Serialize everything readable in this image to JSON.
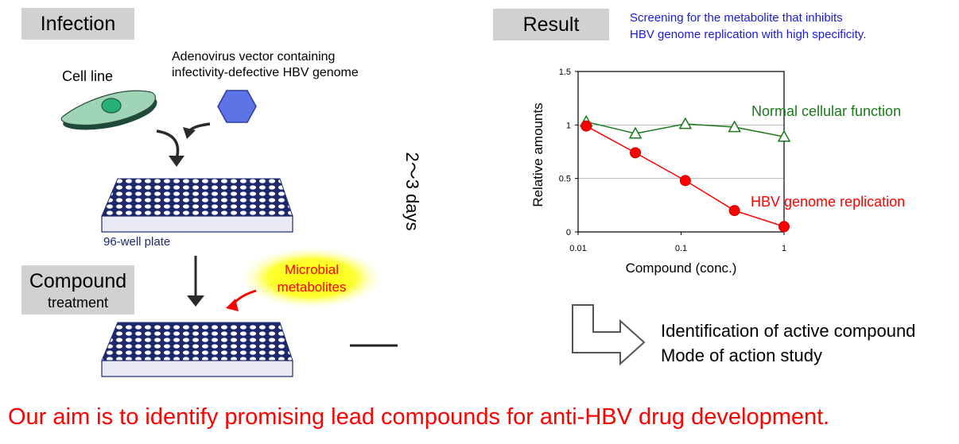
{
  "labels": {
    "infection": "Infection",
    "result": "Result",
    "compound": "Compound",
    "treatment": "treatment"
  },
  "infection_panel": {
    "cell_line": "Cell line",
    "adenovirus_line1": "Adenovirus vector containing",
    "adenovirus_line2": "infectivity-defective HBV genome",
    "plate_label": "96-well plate",
    "microbial_line1": "Microbial",
    "microbial_line2": "metabolites"
  },
  "timeline": {
    "duration": "2〜3 days"
  },
  "screening_note": {
    "line1": "Screening for the metabolite that inhibits",
    "line2": "HBV genome replication with high specificity."
  },
  "outcome": {
    "line1": "Identification of active compound",
    "line2": "Mode of action study"
  },
  "aim": "Our aim is to identify promising lead compounds for anti-HBV drug development.",
  "colors": {
    "label_bg": "#d1d1d1",
    "normal": "#1a7a1a",
    "hbv": "#ff0000",
    "aim": "#ff0000",
    "screening_note": "#1b1bd6",
    "plate_blue": "#1f2a6e",
    "cell": "#9fd4b6",
    "nucleus": "#27b07a",
    "virus": "#5d73e6",
    "halo": "#ffff00"
  },
  "chart_data": {
    "type": "line",
    "xscale": "log",
    "xlim": [
      0.01,
      1
    ],
    "ylim": [
      0,
      1.5
    ],
    "xticks": [
      "0.01",
      "0.1",
      "1"
    ],
    "yticks": [
      "0",
      "0.5",
      "1",
      "1.5"
    ],
    "xlabel": "Compound (conc.)",
    "ylabel": "Relative amounts",
    "grid": "horizontal",
    "series": [
      {
        "name": "Normal cellular function",
        "marker": "open-triangle",
        "color": "#1a7a1a",
        "x": [
          0.012,
          0.036,
          0.11,
          0.33,
          1
        ],
        "y": [
          1.03,
          0.92,
          1.01,
          0.98,
          0.89
        ]
      },
      {
        "name": "HBV genome replication",
        "marker": "filled-circle",
        "color": "#ff0000",
        "x": [
          0.012,
          0.036,
          0.11,
          0.33,
          1
        ],
        "y": [
          0.99,
          0.74,
          0.48,
          0.2,
          0.05
        ]
      }
    ]
  }
}
